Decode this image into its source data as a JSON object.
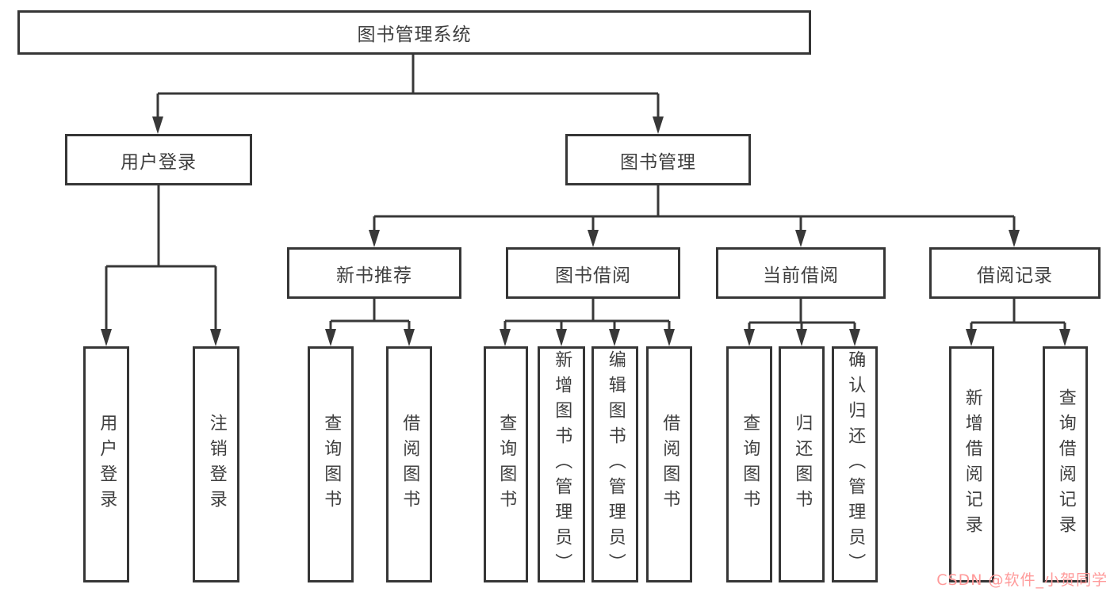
{
  "diagram": {
    "root": {
      "label": "图书管理系统"
    },
    "level2": [
      {
        "label": "用户登录"
      },
      {
        "label": "图书管理"
      }
    ],
    "level3": [
      {
        "label": "新书推荐"
      },
      {
        "label": "图书借阅"
      },
      {
        "label": "当前借阅"
      },
      {
        "label": "借阅记录"
      }
    ],
    "leaves": [
      {
        "label": "用户登录"
      },
      {
        "label": "注销登录"
      },
      {
        "label": "查询图书"
      },
      {
        "label": "借阅图书"
      },
      {
        "label": "查询图书"
      },
      {
        "label": "新增图书（管理员）"
      },
      {
        "label": "编辑图书（管理员）"
      },
      {
        "label": "借阅图书"
      },
      {
        "label": "查询图书"
      },
      {
        "label": "归还图书"
      },
      {
        "label": "确认归还（管理员）"
      },
      {
        "label": "新增借阅记录"
      },
      {
        "label": "查询借阅记录"
      }
    ]
  },
  "watermark": {
    "text": "CSDN @软件_小贺同学"
  },
  "colors": {
    "line": "#383838",
    "border": "#363636",
    "text": "#3f3f3f",
    "watermark": "#ff9a9a",
    "background": "#ffffff"
  }
}
